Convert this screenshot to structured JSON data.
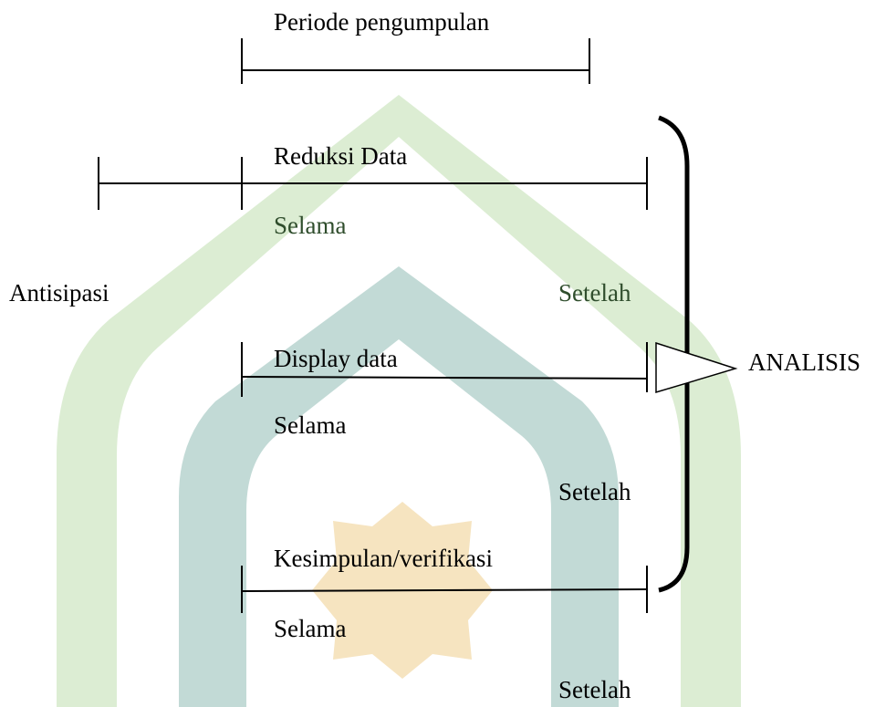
{
  "diagram": {
    "period_label": "Periode pengumpulan",
    "anticipation_label": "Antisipasi",
    "analysis_label": "ANALISIS",
    "rows": [
      {
        "title": "Reduksi Data",
        "during": "Selama",
        "after": "Setelah"
      },
      {
        "title": "Display data",
        "during": "Selama",
        "after": "Setelah"
      },
      {
        "title": "Kesimpulan/verifikasi",
        "during": "Selama",
        "after": "Setelah"
      }
    ]
  },
  "watermark": {
    "outer_arch_color": "#dcedd3",
    "inner_arch_color": "#c2dad6",
    "star_color": "#f6e4c0"
  }
}
